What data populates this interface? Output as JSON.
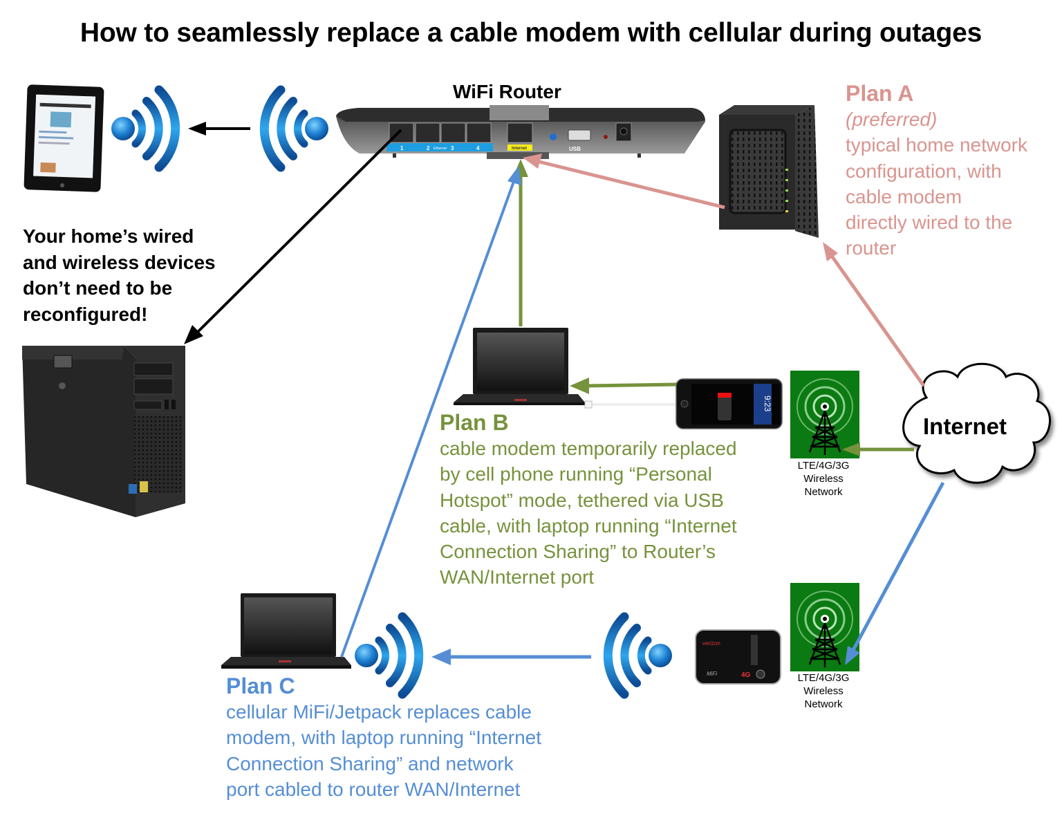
{
  "title": "How to seamlessly replace a cable modem with cellular during outages",
  "router": {
    "label": "WiFi Router",
    "port_labels": [
      "1",
      "2",
      "Ethernet",
      "3",
      "4",
      "Internet",
      "USB"
    ],
    "accent_colors": {
      "lan_bar": "#1e9ee0",
      "internet_bar": "#f7ec1a"
    }
  },
  "home_note": {
    "lines": [
      "Your home’s wired",
      "and wireless devices",
      "don’t need to be",
      "reconfigured!"
    ]
  },
  "plan_a": {
    "title": "Plan A",
    "subtitle": "(preferred)",
    "lines": [
      "typical home network",
      "configuration, with",
      "cable modem",
      "directly wired to the",
      "router"
    ],
    "color": "#d9948f"
  },
  "plan_b": {
    "title": "Plan B",
    "lines": [
      "cable modem temporarily replaced",
      "by cell phone running “Personal",
      "Hotspot” mode, tethered via USB",
      "cable, with laptop running “Internet",
      "Connection Sharing” to Router’s",
      "WAN/Internet port"
    ],
    "color": "#76923c"
  },
  "plan_c": {
    "title": "Plan C",
    "lines": [
      "cellular MiFi/Jetpack replaces cable",
      "modem, with laptop running “Internet",
      "Connection Sharing” and network",
      "port cabled to router WAN/Internet"
    ],
    "color": "#558ed5"
  },
  "internet_cloud": {
    "label": "Internet"
  },
  "cell_networks": [
    {
      "lines": [
        "LTE/4G/3G",
        "Wireless",
        "Network"
      ]
    },
    {
      "lines": [
        "LTE/4G/3G",
        "Wireless",
        "Network"
      ]
    }
  ],
  "phone": {
    "clock": "9:23"
  },
  "mifi": {
    "brand": "verizon",
    "model": "MiFi",
    "badge": "4G"
  },
  "icons": {
    "tablet": "tablet-icon",
    "wifi": "wifi-signal-icon",
    "desktop": "desktop-tower-icon",
    "laptop": "laptop-icon",
    "phone": "smartphone-icon",
    "modem": "cable-modem-icon",
    "tower": "cell-tower-icon",
    "cloud": "cloud-icon",
    "hotspot": "mifi-hotspot-icon"
  }
}
